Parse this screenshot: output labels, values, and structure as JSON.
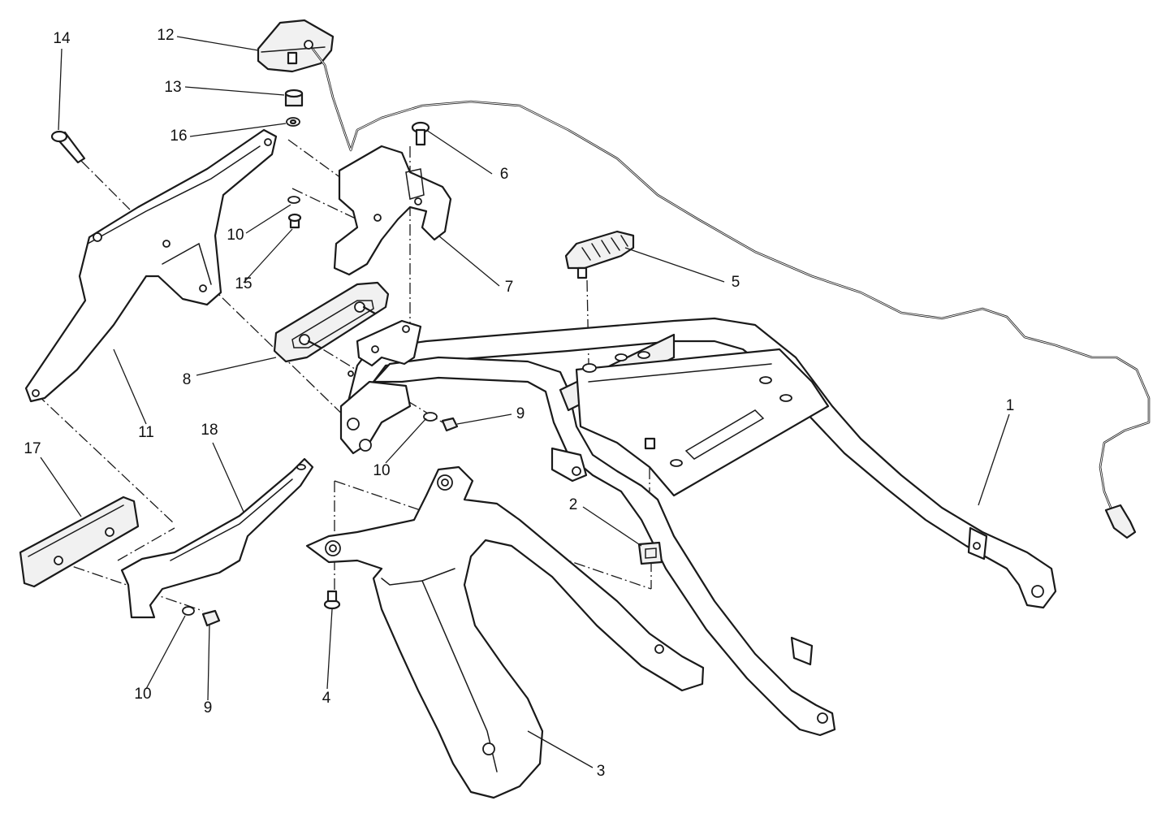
{
  "callouts": [
    {
      "id": "1",
      "label": "1"
    },
    {
      "id": "2",
      "label": "2"
    },
    {
      "id": "3",
      "label": "3"
    },
    {
      "id": "4",
      "label": "4"
    },
    {
      "id": "5",
      "label": "5"
    },
    {
      "id": "6",
      "label": "6"
    },
    {
      "id": "7",
      "label": "7"
    },
    {
      "id": "8",
      "label": "8"
    },
    {
      "id": "9a",
      "label": "9"
    },
    {
      "id": "9b",
      "label": "9"
    },
    {
      "id": "10a",
      "label": "10"
    },
    {
      "id": "10b",
      "label": "10"
    },
    {
      "id": "10c",
      "label": "10"
    },
    {
      "id": "11",
      "label": "11"
    },
    {
      "id": "12",
      "label": "12"
    },
    {
      "id": "13",
      "label": "13"
    },
    {
      "id": "14",
      "label": "14"
    },
    {
      "id": "15",
      "label": "15"
    },
    {
      "id": "16",
      "label": "16"
    },
    {
      "id": "17",
      "label": "17"
    },
    {
      "id": "18",
      "label": "18"
    }
  ]
}
